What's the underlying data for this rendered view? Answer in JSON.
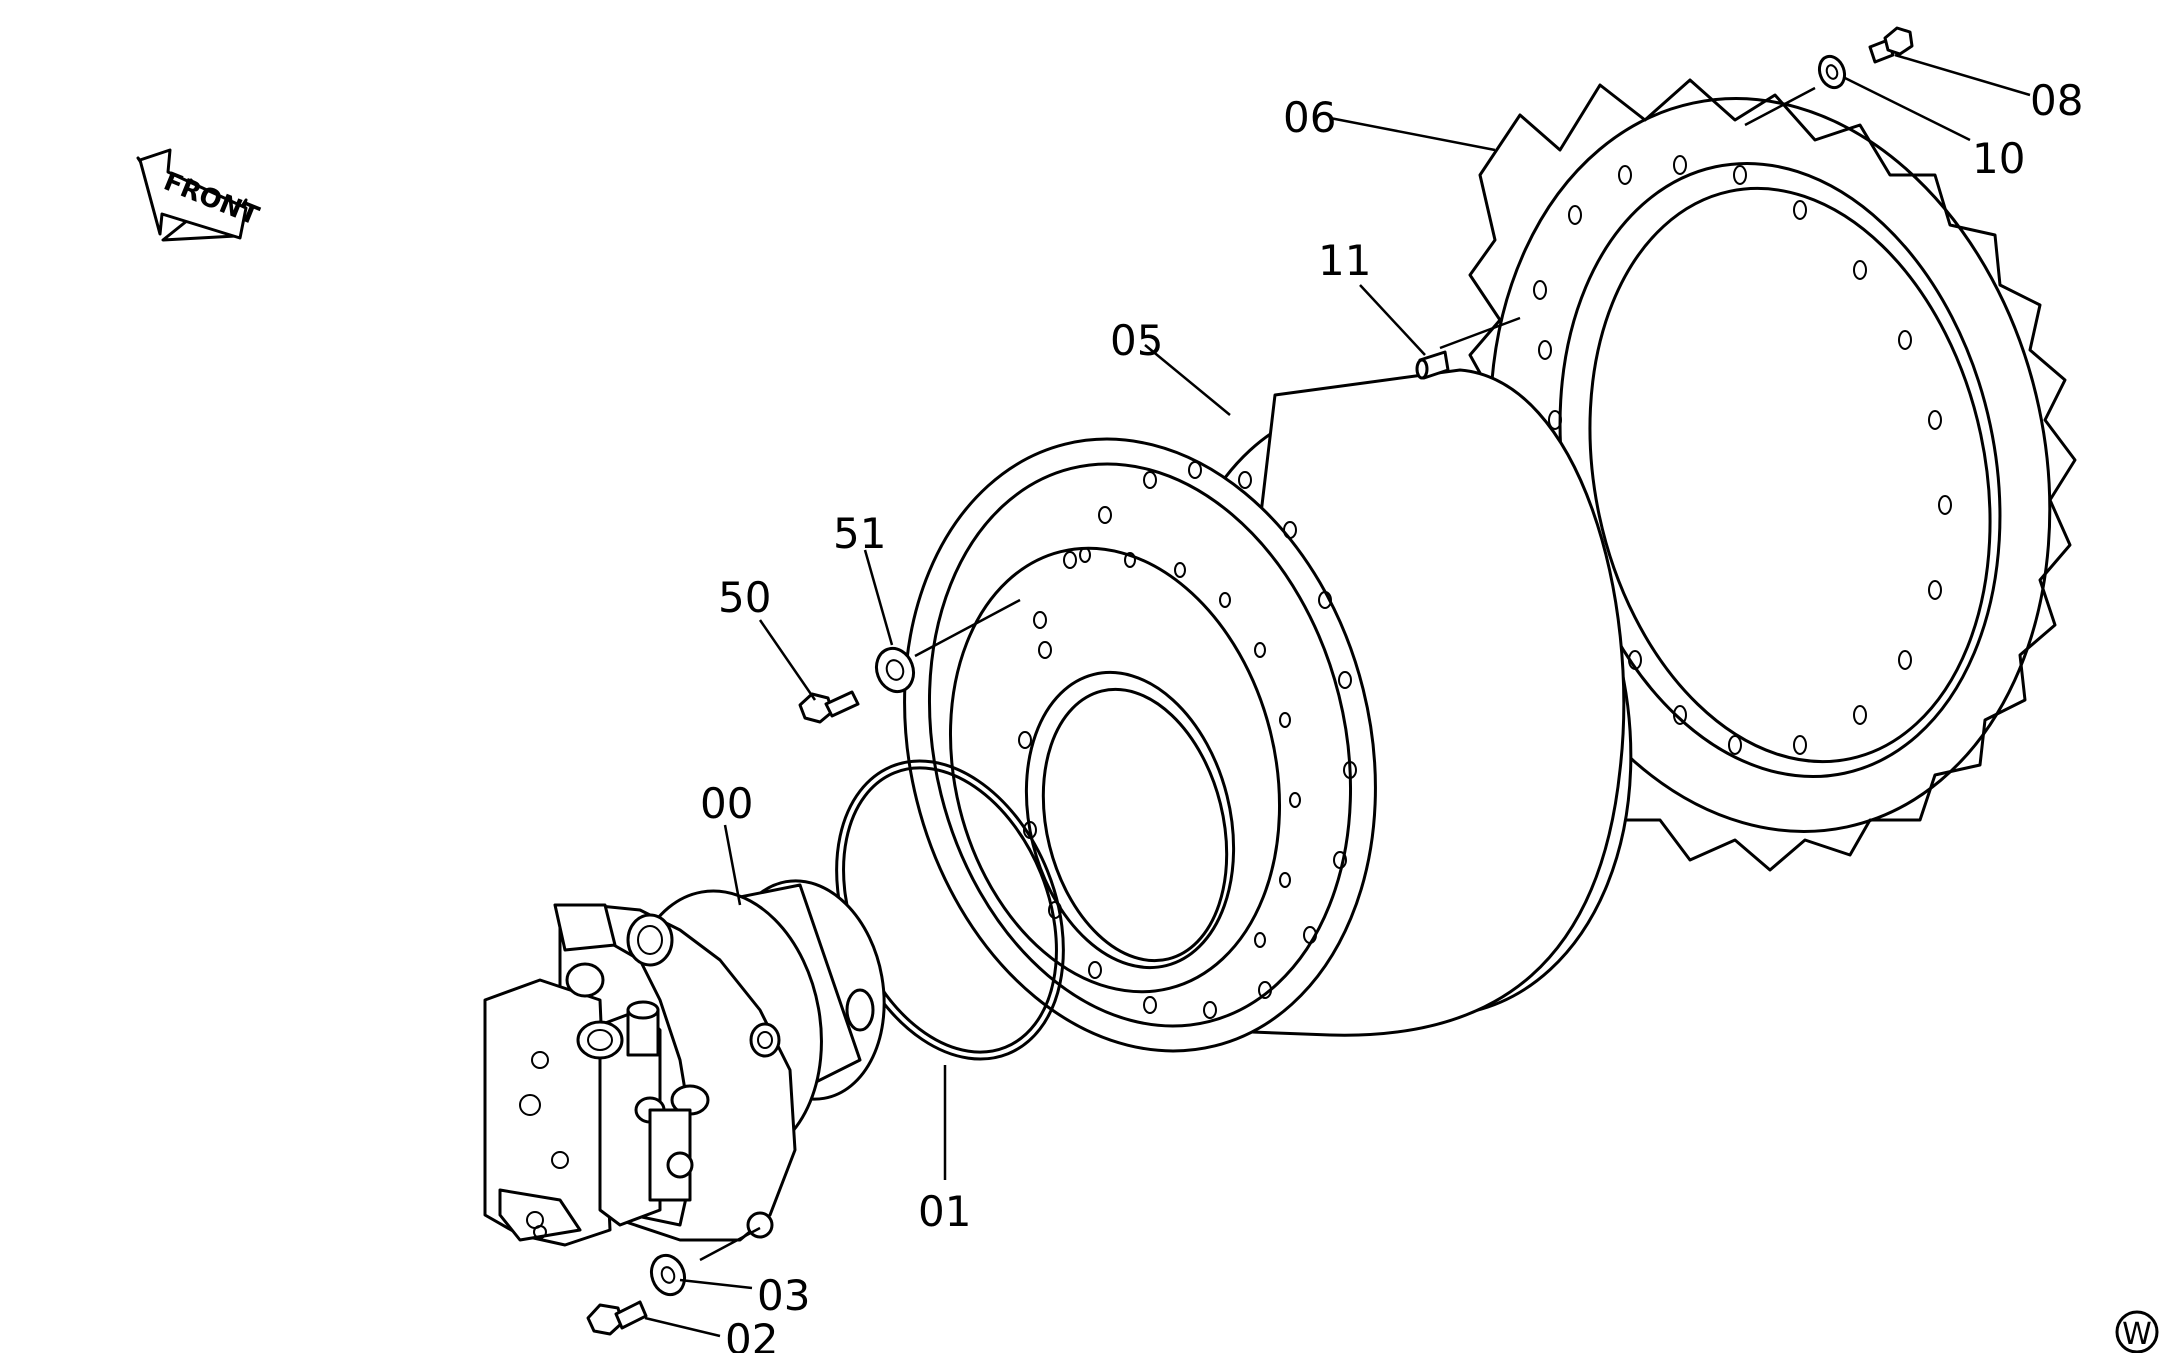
{
  "direction_label": "FRONT",
  "corner_mark": "W",
  "callouts": {
    "p00": "00",
    "p01": "01",
    "p02": "02",
    "p03": "03",
    "p05": "05",
    "p06": "06",
    "p08": "08",
    "p10": "10",
    "p11": "11",
    "p50": "50",
    "p51": "51"
  }
}
